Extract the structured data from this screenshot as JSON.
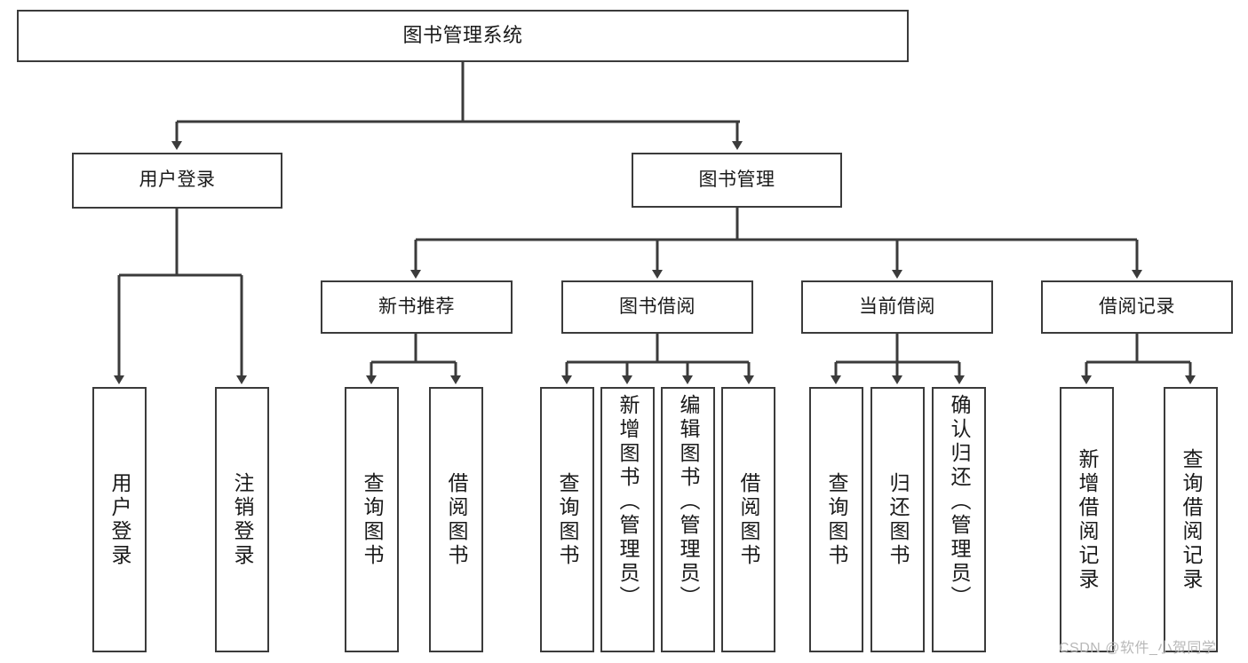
{
  "diagram": {
    "type": "tree",
    "title": "图书管理系统",
    "root": {
      "id": "root",
      "label": "图书管理系统",
      "orientation": "horizontal"
    },
    "level1": [
      {
        "id": "user-login",
        "label": "用户登录",
        "orientation": "horizontal"
      },
      {
        "id": "book-manage",
        "label": "图书管理",
        "orientation": "horizontal"
      }
    ],
    "level2": [
      {
        "id": "new-book-recommend",
        "label": "新书推荐",
        "orientation": "horizontal",
        "parent": "book-manage"
      },
      {
        "id": "book-borrow",
        "label": "图书借阅",
        "orientation": "horizontal",
        "parent": "book-manage"
      },
      {
        "id": "current-borrow",
        "label": "当前借阅",
        "orientation": "horizontal",
        "parent": "book-manage"
      },
      {
        "id": "borrow-record",
        "label": "借阅记录",
        "orientation": "horizontal",
        "parent": "book-manage"
      }
    ],
    "leaves": [
      {
        "id": "leaf-user-login",
        "label": "用户登录",
        "orientation": "vertical",
        "parent": "user-login"
      },
      {
        "id": "leaf-logout",
        "label": "注销登录",
        "orientation": "vertical",
        "parent": "user-login"
      },
      {
        "id": "leaf-query-book-1",
        "label": "查询图书",
        "orientation": "vertical",
        "parent": "new-book-recommend"
      },
      {
        "id": "leaf-borrow-book-1",
        "label": "借阅图书",
        "orientation": "vertical",
        "parent": "new-book-recommend"
      },
      {
        "id": "leaf-query-book-2",
        "label": "查询图书",
        "orientation": "vertical",
        "parent": "book-borrow"
      },
      {
        "id": "leaf-add-book",
        "label": "新增图书（管理员）",
        "orientation": "vertical",
        "parent": "book-borrow"
      },
      {
        "id": "leaf-edit-book",
        "label": "编辑图书（管理员）",
        "orientation": "vertical",
        "parent": "book-borrow"
      },
      {
        "id": "leaf-borrow-book-2",
        "label": "借阅图书",
        "orientation": "vertical",
        "parent": "book-borrow"
      },
      {
        "id": "leaf-query-book-3",
        "label": "查询图书",
        "orientation": "vertical",
        "parent": "current-borrow"
      },
      {
        "id": "leaf-return-book",
        "label": "归还图书",
        "orientation": "vertical",
        "parent": "current-borrow"
      },
      {
        "id": "leaf-confirm-return",
        "label": "确认归还（管理员）",
        "orientation": "vertical",
        "parent": "current-borrow"
      },
      {
        "id": "leaf-add-record",
        "label": "新增借阅记录",
        "orientation": "vertical",
        "parent": "borrow-record"
      },
      {
        "id": "leaf-query-record",
        "label": "查询借阅记录",
        "orientation": "vertical",
        "parent": "borrow-record"
      }
    ],
    "colors": {
      "stroke": "#3b3b3b",
      "fill": "#ffffff",
      "text": "#1a1a1a",
      "watermark": "#b8b8b8"
    }
  },
  "watermark": {
    "text": "CSDN @软件_小贺同学"
  }
}
